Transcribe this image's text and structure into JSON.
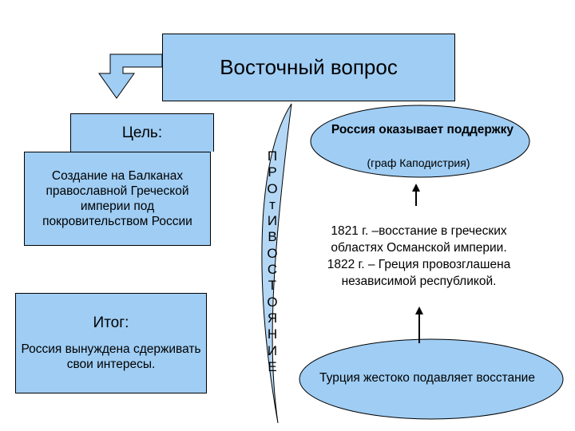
{
  "title": "Восточный вопрос",
  "goal": {
    "heading": "Цель:",
    "text": "Создание на Балканах православной Греческой империи под покровительством России"
  },
  "result": {
    "heading": "Итог:",
    "text": "Россия вынуждена сдерживать свои интересы."
  },
  "opposition_letters": [
    "П",
    "Р",
    "О",
    "т",
    "И",
    "В",
    "О",
    "С",
    "Т",
    "О",
    "Я",
    "Н",
    "И",
    "Е"
  ],
  "support": {
    "text": "Россия оказывает поддержку",
    "note": "(граф Каподистрия)"
  },
  "events": {
    "line1": "1821 г. –восстание в греческих областях Османской империи.",
    "line2": "1822 г. – Греция провозглашена независимой республикой."
  },
  "suppression": "Турция жестоко подавляет восстание",
  "colors": {
    "fill": "#9fcdf4",
    "stroke": "#000000"
  }
}
